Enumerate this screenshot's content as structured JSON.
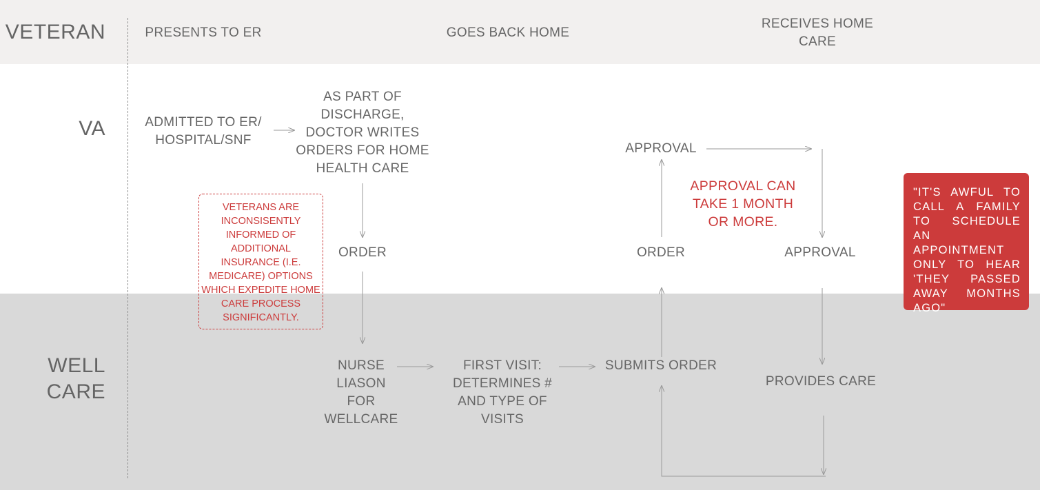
{
  "lanes": {
    "veteran": "VETERAN",
    "va": "VA",
    "wellcare_line1": "WELL",
    "wellcare_line2": "CARE"
  },
  "veteran_steps": {
    "presents": "PRESENTS TO ER",
    "goes_home": "GOES BACK HOME",
    "receives_line1": "RECEIVES HOME",
    "receives_line2": "CARE"
  },
  "va_nodes": {
    "admitted_line1": "ADMITTED TO ER/",
    "admitted_line2": "HOSPITAL/SNF",
    "discharge_line1": "AS PART OF",
    "discharge_line2": "DISCHARGE,",
    "discharge_line3": "DOCTOR WRITES",
    "discharge_line4": "ORDERS FOR HOME",
    "discharge_line5": "HEALTH CARE",
    "order_1": "ORDER",
    "approval_top": "APPROVAL",
    "order_2": "ORDER",
    "approval_right": "APPROVAL"
  },
  "wellcare_nodes": {
    "nurse_line1": "NURSE",
    "nurse_line2": "LIASON",
    "nurse_line3": "FOR",
    "nurse_line4": "WELLCARE",
    "first_visit_line1": "FIRST VISIT:",
    "first_visit_line2": "DETERMINES #",
    "first_visit_line3": "AND TYPE OF",
    "first_visit_line4": "VISITS",
    "submits": "SUBMITS ORDER",
    "provides": "PROVIDES CARE"
  },
  "notes": {
    "insurance": [
      "VETERANS ARE",
      "INCONSISENTLY",
      "INFORMED OF",
      "ADDITIONAL",
      "INSURANCE (I.E.",
      "MEDICARE) OPTIONS",
      "WHICH EXPEDITE HOME",
      "CARE PROCESS",
      "SIGNIFICANTLY."
    ],
    "approval_line1": "APPROVAL CAN",
    "approval_line2": "TAKE 1 MONTH",
    "approval_line3": "OR MORE.",
    "quote": "\"IT'S AWFUL TO CALL A FAMILY TO SCHEDULE AN APPOINTMENT ONLY TO HEAR 'THEY PASSED AWAY MONTHS AGO\""
  },
  "colors": {
    "warning": "#cc3b3b",
    "band_veteran": "#f2f0ef",
    "band_wellcare": "#d9d9d9"
  }
}
